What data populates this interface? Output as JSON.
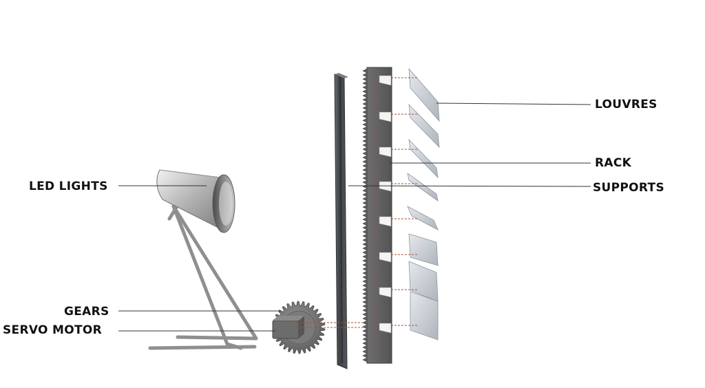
{
  "labels": {
    "led_lights": "LED LIGHTS",
    "gears": "GEARS",
    "servo_motor": "SERVO MOTOR",
    "louvres": "LOUVRES",
    "rack": "RACK",
    "supports": "SUPPORTS"
  },
  "colors": {
    "leader_line": "#333333",
    "dashed_guide": "#a0522d",
    "steel_dark": "#4a4a4a",
    "steel_mid": "#8a8a8a",
    "steel_light": "#d8d8d8",
    "glass": "#c7ccd3"
  }
}
